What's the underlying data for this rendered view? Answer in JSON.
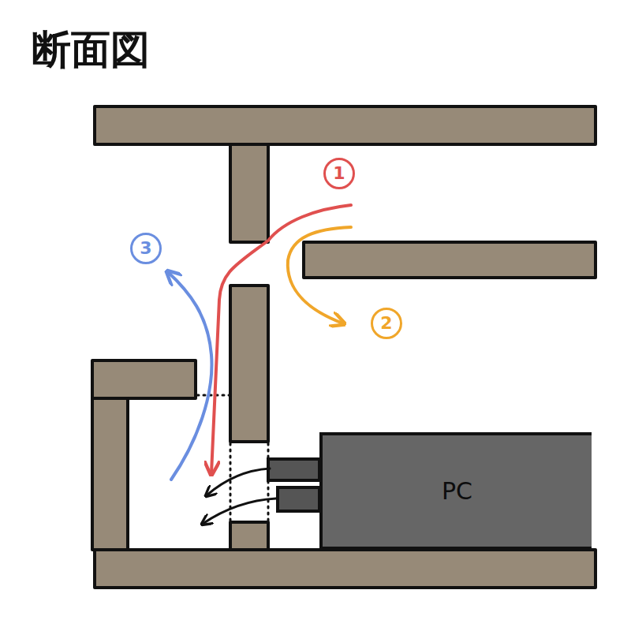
{
  "diagram": {
    "title": "断面図",
    "nodes": [
      {
        "text": [
          "1"
        ]
      },
      {
        "text": [
          "3"
        ]
      },
      {
        "text": [
          "2"
        ]
      },
      {
        "text": [
          "PC"
        ]
      }
    ]
  }
}
